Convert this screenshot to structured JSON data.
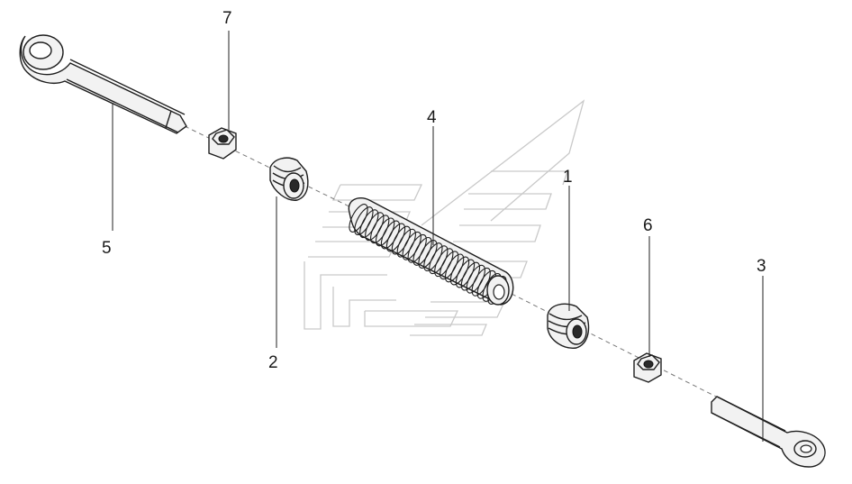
{
  "diagram": {
    "callouts": {
      "p1": "1",
      "p2": "2",
      "p3": "3",
      "p4": "4",
      "p5": "5",
      "p6": "6",
      "p7": "7"
    }
  },
  "colors": {
    "line": "#1e1e1e",
    "watermark": "#c9c9c9",
    "background": "#ffffff"
  }
}
